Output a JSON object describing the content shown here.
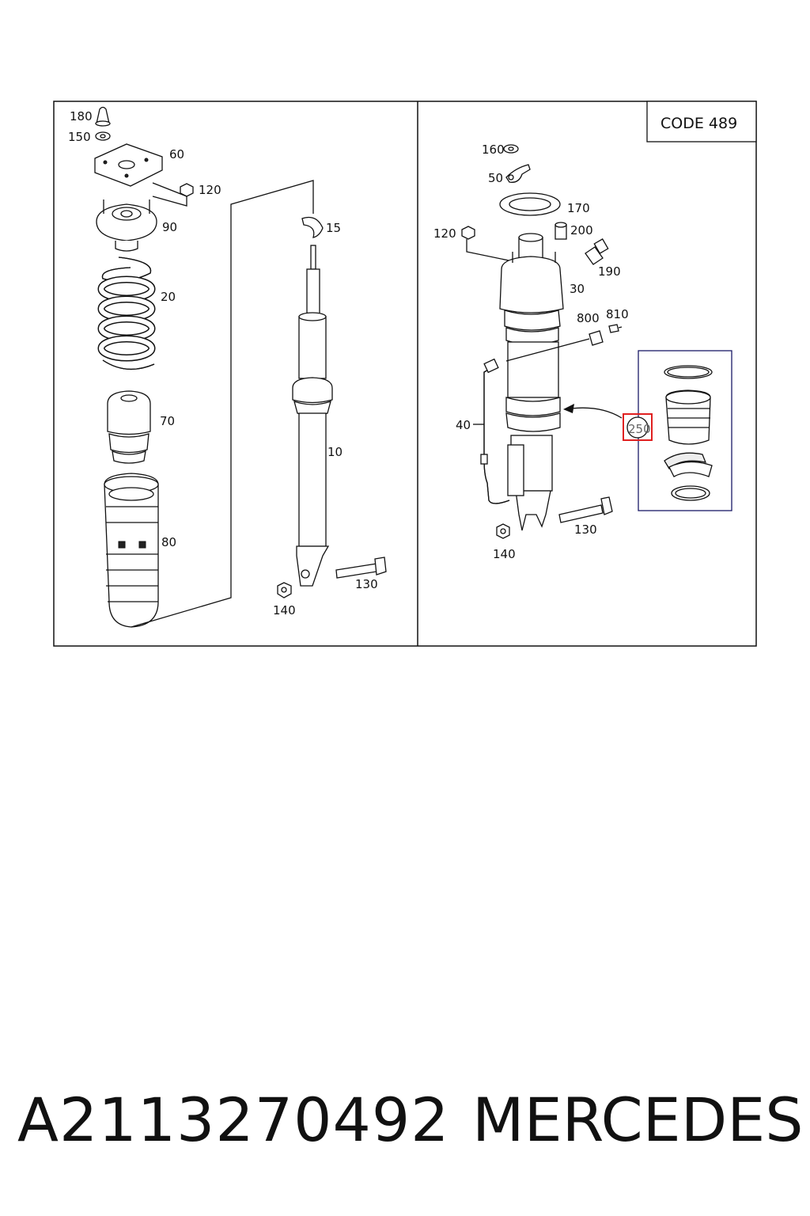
{
  "diagram": {
    "code_box": "CODE 489",
    "left_labels": {
      "l180": "180",
      "l150": "150",
      "l60": "60",
      "l120": "120",
      "l90": "90",
      "l20": "20",
      "l70": "70",
      "l80": "80",
      "l15": "15",
      "l10": "10",
      "l130": "130",
      "l140": "140"
    },
    "right_labels": {
      "r160": "160",
      "r50": "50",
      "r170": "170",
      "r120": "120",
      "r200": "200",
      "r190": "190",
      "r30": "30",
      "r800": "800",
      "r810": "810",
      "r40": "40",
      "r250": "250",
      "r130": "130",
      "r140": "140"
    },
    "highlight_color": "#e02020"
  },
  "footer": {
    "part_number": "A2113270492",
    "brand": "MERCEDES"
  }
}
